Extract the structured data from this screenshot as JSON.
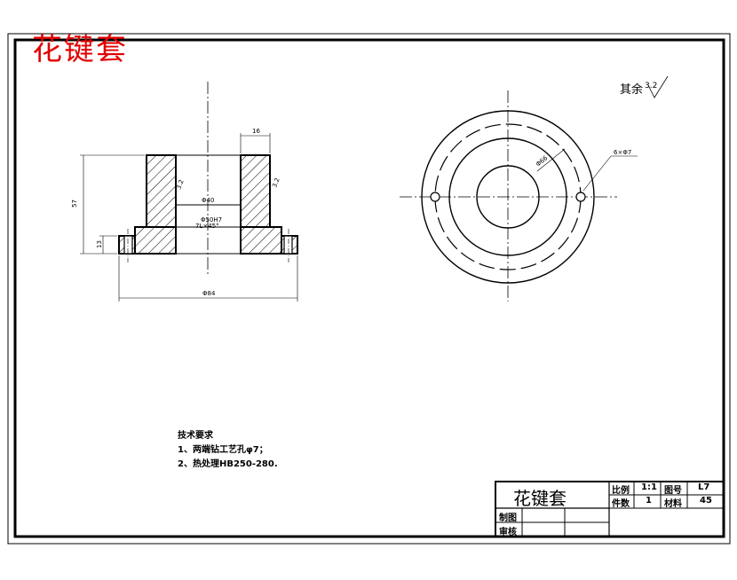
{
  "title_red": "花键套",
  "surface_finish": {
    "label": "其余",
    "value": "3.2"
  },
  "tech_requirements": {
    "heading": "技术要求",
    "items": [
      "1、两端钻工艺孔φ7；",
      "2、热处理HB250-280."
    ]
  },
  "title_block": {
    "part_name": "花键套",
    "scale_label": "比例",
    "scale_value": "1:1",
    "drawing_no_label": "图号",
    "drawing_no_value": "L7",
    "quantity_label": "件数",
    "quantity_value": "1",
    "material_label": "材料",
    "material_value": "45",
    "drawn_label": "制图",
    "checked_label": "审核"
  },
  "dimensions": {
    "top_width": "16",
    "height": "57",
    "base_height": "13",
    "overall_width": "Φ84",
    "roughness_left": "3.2",
    "roughness_right": "3.2",
    "bore_dia": "Φ40",
    "spline_spec": "Φ50H7",
    "spline_spec2": "7L×45°",
    "pcd": "Φ66",
    "hole_note": "6×Φ7"
  }
}
